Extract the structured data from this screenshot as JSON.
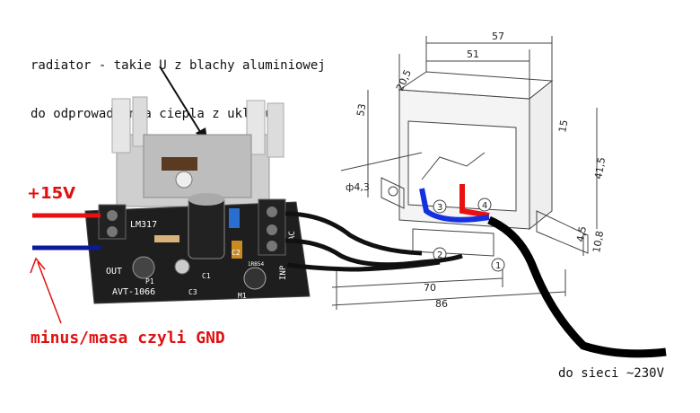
{
  "annotations": {
    "radiator_note_line1": "radiator - takie U z blachy aluminiowej",
    "radiator_note_line2": "do odprowadzania ciepla z ukladu",
    "supply_label": "+15V",
    "gnd_label": "minus/masa czyli GND",
    "mains_label": "do sieci ~230V"
  },
  "pcb": {
    "regulator": "LM317",
    "model": "AVT-1066",
    "out_label": "OUT",
    "inp_label": "INP",
    "ac_label": "AC",
    "parts": {
      "p1": "P1",
      "c1": "C1",
      "c2": "C2",
      "c3": "C3",
      "m1": "M1",
      "bridge": "1RB54"
    }
  },
  "transformer": {
    "dims": {
      "d57": "57",
      "d51": "51",
      "d20_5": "20,5",
      "d53": "53",
      "d15": "15",
      "d41_5": "41,5",
      "d4_3": "ф4,3",
      "d4_5": "4,5",
      "d10_8": "10,8",
      "d70": "70",
      "d86": "86"
    },
    "pins": {
      "p1": "1",
      "p2": "2",
      "p3": "3",
      "p4": "4"
    }
  },
  "colors": {
    "red_wire": "#e81010",
    "blue_wire": "#0a1a9a",
    "annotation_red": "#e01010",
    "pcb_dark": "#1e1e1e"
  }
}
